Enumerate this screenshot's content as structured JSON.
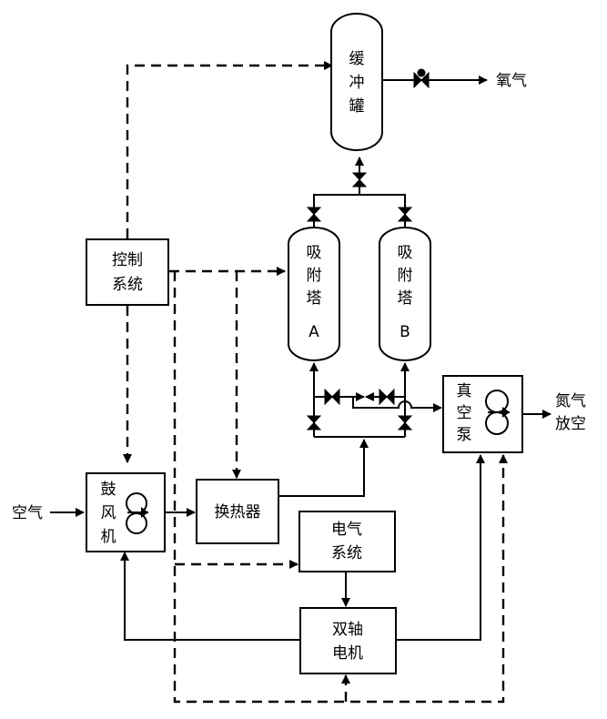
{
  "components": {
    "buffer_tank": [
      "缓",
      "冲",
      "罐"
    ],
    "tower_a": [
      "吸",
      "附",
      "塔",
      "A"
    ],
    "tower_b": [
      "吸",
      "附",
      "塔",
      "B"
    ],
    "control_system": [
      "控制",
      "系统"
    ],
    "blower": [
      "鼓",
      "风",
      "机"
    ],
    "heat_exchanger": "换热器",
    "vacuum_pump": [
      "真",
      "空",
      "泵"
    ],
    "electrical_system": [
      "电气",
      "系统"
    ],
    "dual_shaft_motor": [
      "双轴",
      "电机"
    ]
  },
  "streams": {
    "air_in": "空气",
    "oxygen_out": "氧气",
    "nitrogen_vent": [
      "氮气",
      "放空"
    ]
  }
}
